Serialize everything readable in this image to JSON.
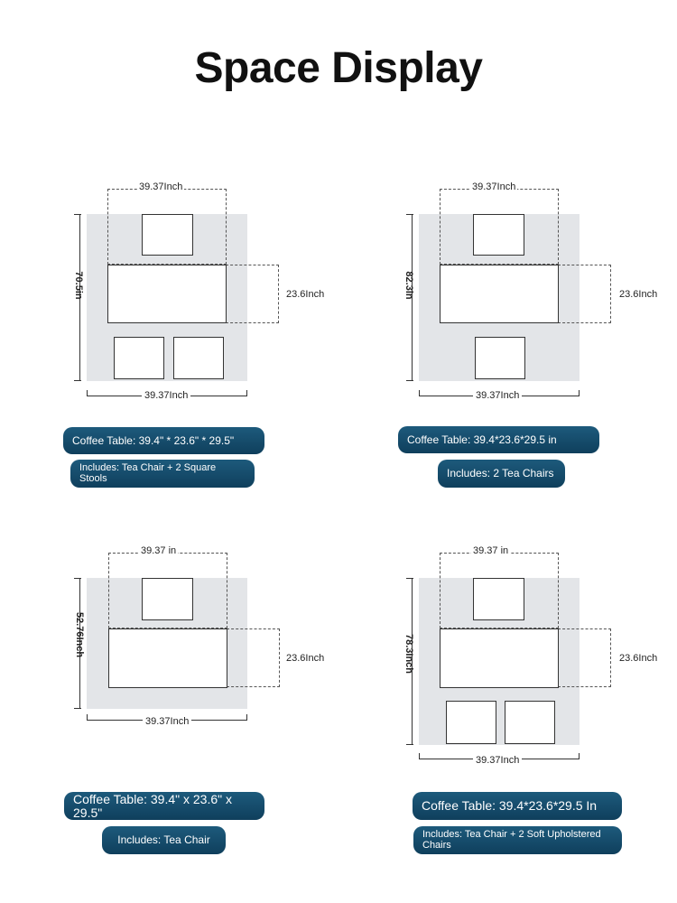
{
  "title": "Space Display",
  "layouts": [
    {
      "top_width": "39.37Inch",
      "side_height": "70.5in",
      "right_depth": "23.6Inch",
      "bottom_width": "39.37Inch",
      "table_spec": "Coffee Table: 39.4\" * 23.6\" * 29.5\"",
      "includes": "Includes: Tea Chair + 2 Square Stools"
    },
    {
      "top_width": "39.37Inch",
      "side_height": "82.3in",
      "right_depth": "23.6Inch",
      "bottom_width": "39.37Inch",
      "table_spec": "Coffee Table: 39.4*23.6*29.5 in",
      "includes": "Includes: 2 Tea Chairs"
    },
    {
      "top_width": "39.37 in",
      "side_height": "52.76Inch",
      "right_depth": "23.6Inch",
      "bottom_width": "39.37Inch",
      "table_spec": "Coffee Table: 39.4\" x 23.6\" x 29.5\"",
      "includes": "Includes: Tea Chair"
    },
    {
      "top_width": "39.37 in",
      "side_height": "78.3Inch",
      "right_depth": "23.6Inch",
      "bottom_width": "39.37Inch",
      "table_spec": "Coffee Table: 39.4*23.6*29.5 In",
      "includes": "Includes: Tea Chair + 2 Soft Upholstered Chairs"
    }
  ]
}
